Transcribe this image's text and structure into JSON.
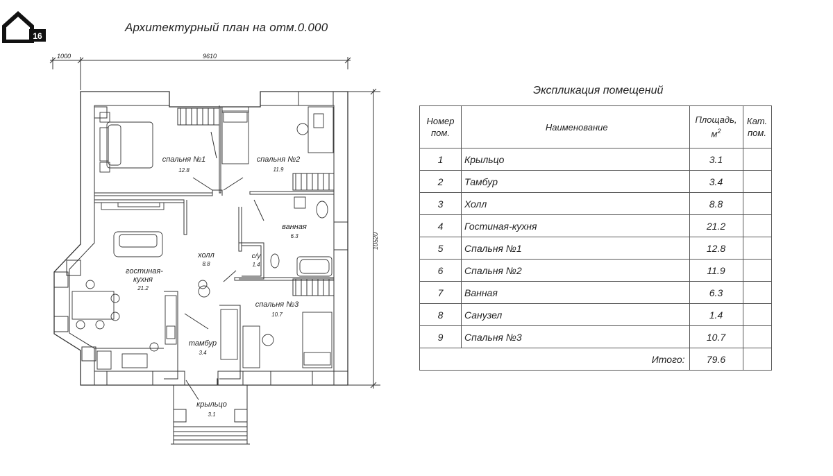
{
  "logo": {
    "badge": "16"
  },
  "plan_title": "Архитектурный план на отм.0.000",
  "dimensions": {
    "offset": "1000",
    "width": "9610",
    "height": "10520"
  },
  "rooms": [
    {
      "label": "спальня №1",
      "area": "12.8"
    },
    {
      "label": "спальня №2",
      "area": "11.9"
    },
    {
      "label": "ванная",
      "area": "6.3"
    },
    {
      "label": "холл",
      "area": "8.8"
    },
    {
      "label": "с/у",
      "area": "1.4"
    },
    {
      "label_line1": "гостиная-",
      "label_line2": "кухня",
      "area": "21.2"
    },
    {
      "label": "спальня №3",
      "area": "10.7"
    },
    {
      "label": "тамбур",
      "area": "3.4"
    },
    {
      "label": "крыльцо",
      "area": "3.1"
    }
  ],
  "explication": {
    "title": "Экспликация помещений",
    "headers": {
      "num_line1": "Номер",
      "num_line2": "пом.",
      "name": "Наименование",
      "area_line1": "Площадь,",
      "area_line2": "м",
      "area_sup": "2",
      "cat_line1": "Кат.",
      "cat_line2": "пом."
    },
    "rows": [
      {
        "num": "1",
        "name": "Крыльцо",
        "area": "3.1"
      },
      {
        "num": "2",
        "name": "Тамбур",
        "area": "3.4"
      },
      {
        "num": "3",
        "name": "Холл",
        "area": "8.8"
      },
      {
        "num": "4",
        "name": "Гостиная-кухня",
        "area": "21.2"
      },
      {
        "num": "5",
        "name": "Спальня №1",
        "area": "12.8"
      },
      {
        "num": "6",
        "name": "Спальня №2",
        "area": "11.9"
      },
      {
        "num": "7",
        "name": "Ванная",
        "area": "6.3"
      },
      {
        "num": "8",
        "name": "Санузел",
        "area": "1.4"
      },
      {
        "num": "9",
        "name": "Спальня №3",
        "area": "10.7"
      }
    ],
    "total_label": "Итого:",
    "total_value": "79.6"
  }
}
